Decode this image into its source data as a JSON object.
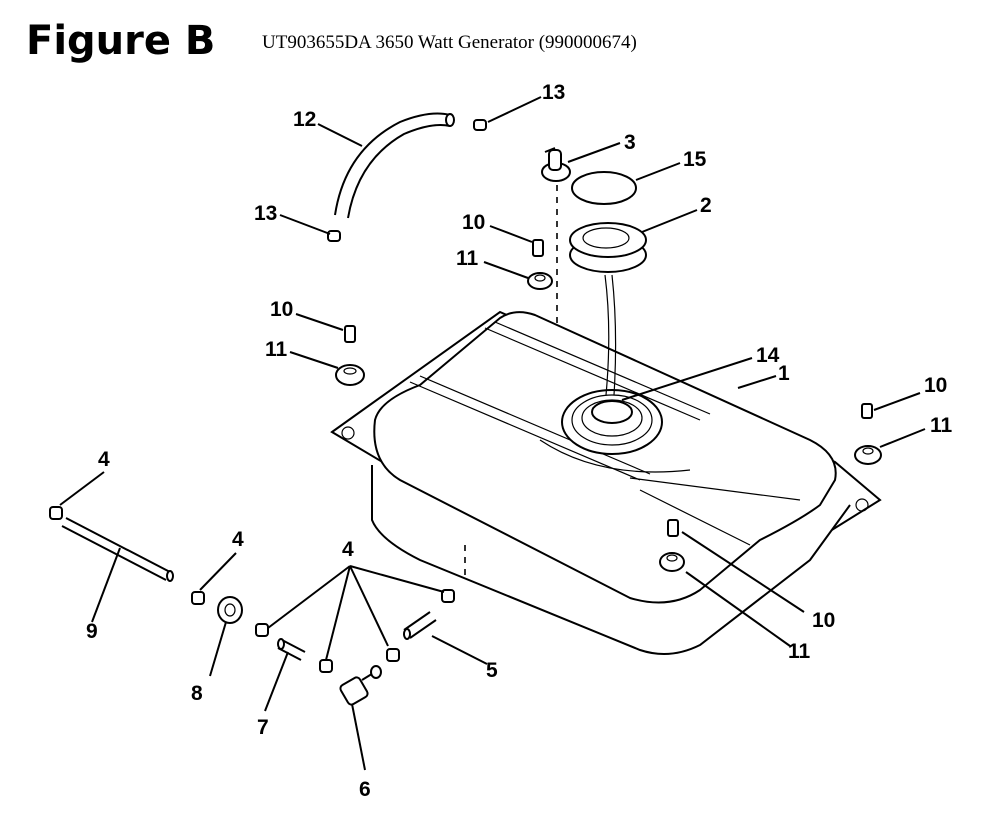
{
  "header": {
    "title": "Figure B",
    "subtitle": "UT903655DA 3650 Watt Generator (990000674)"
  },
  "callouts": {
    "c13a": "13",
    "c12": "12",
    "c3": "3",
    "c15": "15",
    "c2": "2",
    "c13b": "13",
    "c10a": "10",
    "c11a": "11",
    "c10b": "10",
    "c11b": "11",
    "c14": "14",
    "c1": "1",
    "c10c": "10",
    "c11c": "11",
    "c4a": "4",
    "c4b": "4",
    "c4c": "4",
    "c9": "9",
    "c8": "8",
    "c7": "7",
    "c6": "6",
    "c5": "5",
    "c10d": "10",
    "c11d": "11"
  }
}
